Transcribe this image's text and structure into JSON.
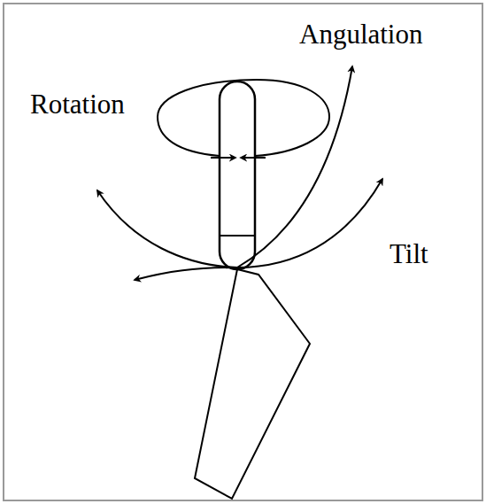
{
  "diagram": {
    "labels": [
      "Rotation",
      "Angulation",
      "Tilt"
    ]
  }
}
